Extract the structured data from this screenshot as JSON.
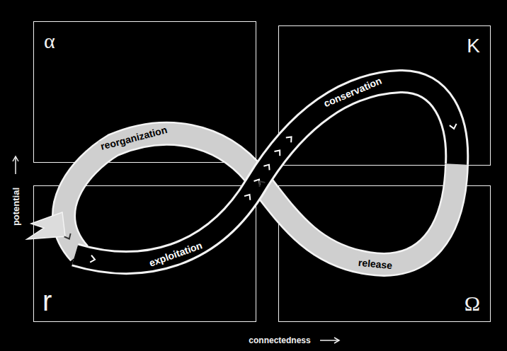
{
  "diagram": {
    "nodes": [
      {
        "text": [
          "α"
        ]
      },
      {
        "text": [
          "K"
        ]
      },
      {
        "text": [
          "r"
        ]
      },
      {
        "text": [
          "Ω"
        ]
      }
    ],
    "labels": [
      "reorganization",
      "conservation",
      "exploitation",
      "release",
      "potential",
      "connectedness"
    ]
  }
}
